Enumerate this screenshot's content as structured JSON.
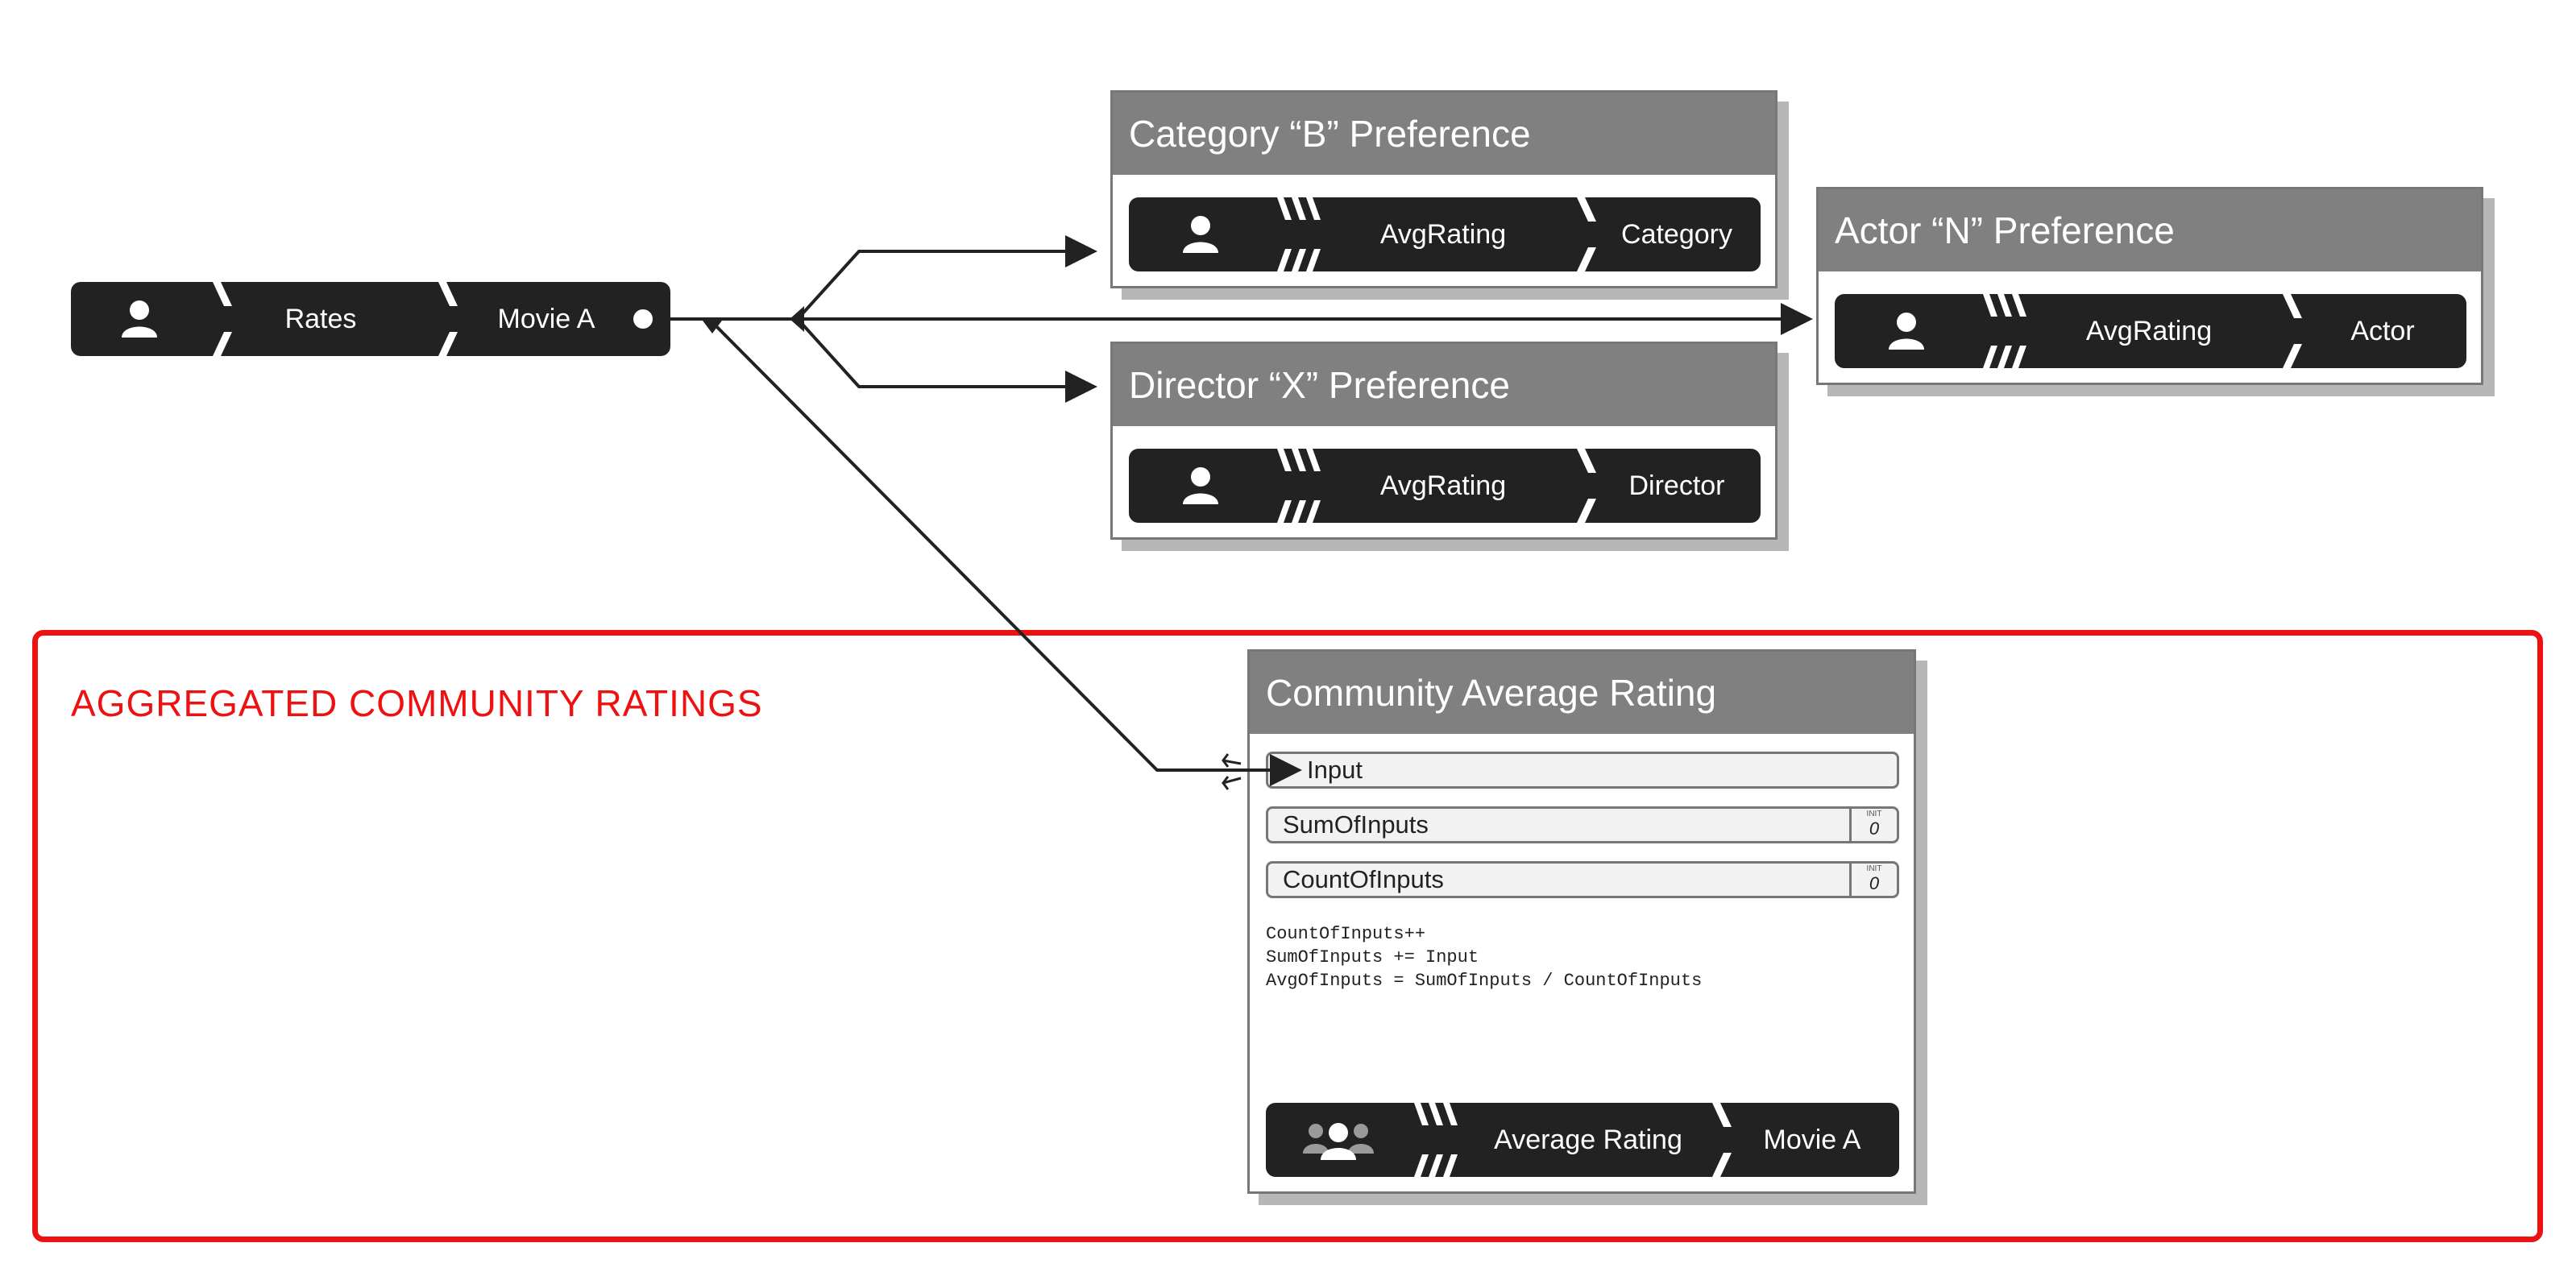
{
  "region": {
    "label": "AGGREGATED COMMUNITY RATINGS",
    "color": "#ee1111"
  },
  "source": {
    "icon": "user-icon",
    "verb": "Rates",
    "object": "Movie A"
  },
  "cards": {
    "category": {
      "title": "Category “B” Preference",
      "icon": "user-icon",
      "middle": "AvgRating",
      "right": "Category"
    },
    "actor": {
      "title": "Actor “N” Preference",
      "icon": "user-icon",
      "middle": "AvgRating",
      "right": "Actor"
    },
    "director": {
      "title": "Director “X” Preference",
      "icon": "user-icon",
      "middle": "AvgRating",
      "right": "Director"
    },
    "community": {
      "title": "Community Average Rating",
      "fields": {
        "input": "Input",
        "sum": {
          "name": "SumOfInputs",
          "init_label": "INIT",
          "init_value": "0"
        },
        "count": {
          "name": "CountOfInputs",
          "init_label": "INIT",
          "init_value": "0"
        }
      },
      "code": {
        "line1": "CountOfInputs++",
        "line2": "SumOfInputs += Input",
        "line3": "AvgOfInputs = SumOfInputs / CountOfInputs"
      },
      "output": {
        "icon": "group-icon",
        "middle": "Average Rating",
        "right": "Movie A"
      }
    }
  },
  "colors": {
    "header": "#808080",
    "bar": "#222222",
    "shadow": "#b7b7b7"
  }
}
